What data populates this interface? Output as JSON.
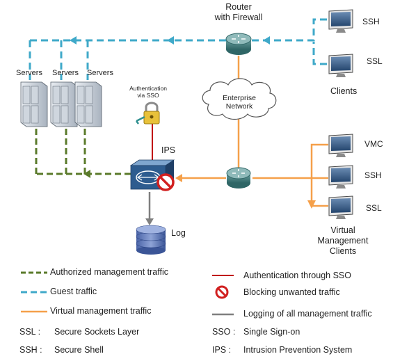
{
  "labels": {
    "router": "Router\nwith Firewall",
    "enterprise_network": "Enterprise\nNetwork",
    "servers": [
      "Servers",
      "Servers",
      "Servers"
    ],
    "auth_sso": "Authentication\nvia SSO",
    "ips": "IPS",
    "log": "Log",
    "clients": "Clients",
    "top_clients": [
      "SSH",
      "SSL"
    ],
    "virtual_clients": [
      "VMC",
      "SSH",
      "SSL"
    ],
    "virtual_management_clients": "Virtual\nManagement\nClients"
  },
  "legend": {
    "left": [
      {
        "text": "Authorized management  traffic",
        "style": "green-dash"
      },
      {
        "text": "Guest traffic",
        "style": "blue-dash"
      },
      {
        "text": "Virtual management traffic",
        "style": "orange"
      }
    ],
    "right": [
      {
        "text": "Authentication through SSO",
        "style": "red"
      },
      {
        "text": "Blocking unwanted traffic",
        "style": "block-icon"
      },
      {
        "text": "Logging of all management traffic",
        "style": "gray"
      }
    ]
  },
  "abbreviations": [
    {
      "key": "SSL :",
      "value": "Secure Sockets Layer"
    },
    {
      "key": "SSH :",
      "value": "Secure Shell"
    },
    {
      "key": "SSO :",
      "value": "Single Sign-on"
    },
    {
      "key": "IPS :",
      "value": "Intrusion Prevention System"
    }
  ],
  "colors": {
    "authorized": "#5a7a2a",
    "guest": "#3fa9c9",
    "virtual": "#f5a04a",
    "auth": "#c00000",
    "logging": "#7f7f7f",
    "router": "#3f7f7f"
  }
}
